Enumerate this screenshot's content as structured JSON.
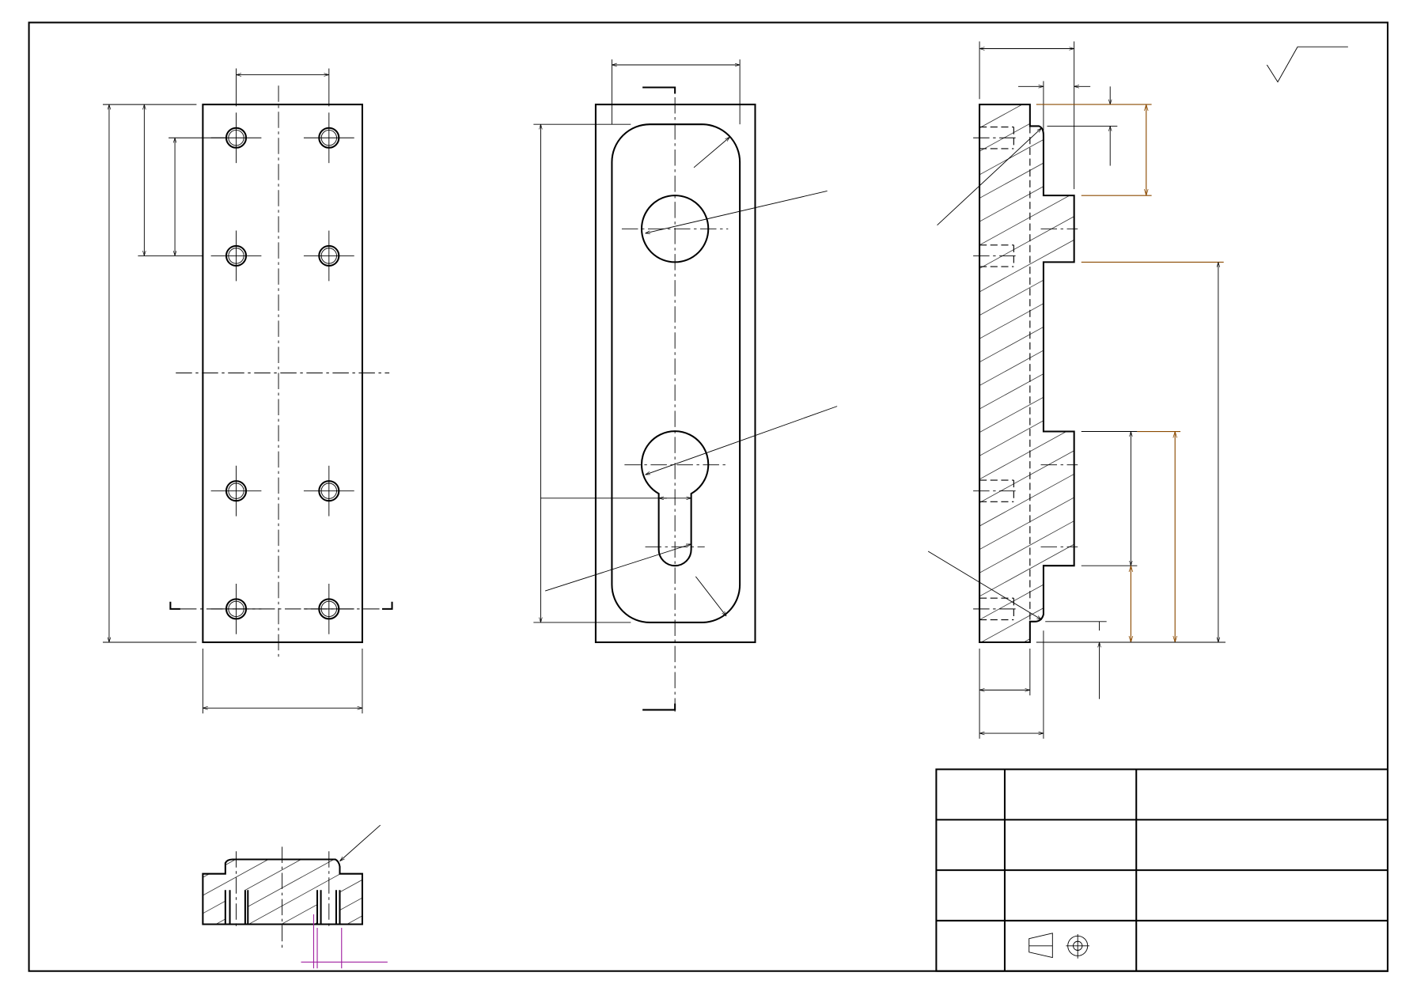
{
  "drawing": {
    "colors": {
      "line": "#000000",
      "dimension_highlight": "#8b4a00",
      "dimension_magenta": "#a020a0",
      "background": "#ffffff"
    },
    "symbols": [
      "surface-roughness-symbol",
      "first-angle-projection-symbol"
    ],
    "title_block": {
      "rows": 4,
      "columns": 3
    }
  }
}
